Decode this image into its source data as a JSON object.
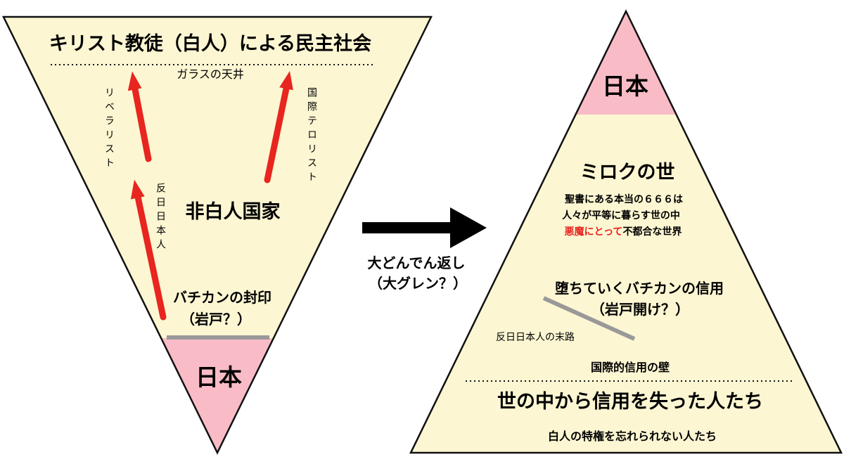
{
  "colors": {
    "cream": "#fcf6d2",
    "pink": "#f9bcc6",
    "red_arrow": "#e8251f",
    "gray_bar": "#999999",
    "outline": "#111111",
    "black": "#000000"
  },
  "left": {
    "top_title": "キリスト教徒（白人）による民主社会",
    "glass_ceiling": "ガラスの天井",
    "liberalist": "リベラリスト",
    "intl_terrorist": "国際テロリスト",
    "anti_japanese": "反日日本人",
    "middle_label": "非白人国家",
    "seal_line1": "バチカンの封印",
    "seal_line2": "（岩戸？）",
    "bottom_label": "日本"
  },
  "middle": {
    "line1": "大どんでん返し",
    "line2": "（大グレン？）"
  },
  "right": {
    "top_label": "日本",
    "miroku": "ミロクの世",
    "desc1": "聖書にある本当の６６６は",
    "desc2": "人々が平等に暮らす世の中",
    "desc3_red": "悪魔にとって",
    "desc3_rest": "不都合な世界",
    "vatican_line1": "堕ちていくバチカンの信用",
    "vatican_line2": "（岩戸開け？）",
    "anti_japanese_end": "反日日本人の末路",
    "intl_credit_wall": "国際的信用の壁",
    "bottom_title": "世の中から信用を失った人たち",
    "bottom_sub": "白人の特権を忘れられない人たち"
  }
}
